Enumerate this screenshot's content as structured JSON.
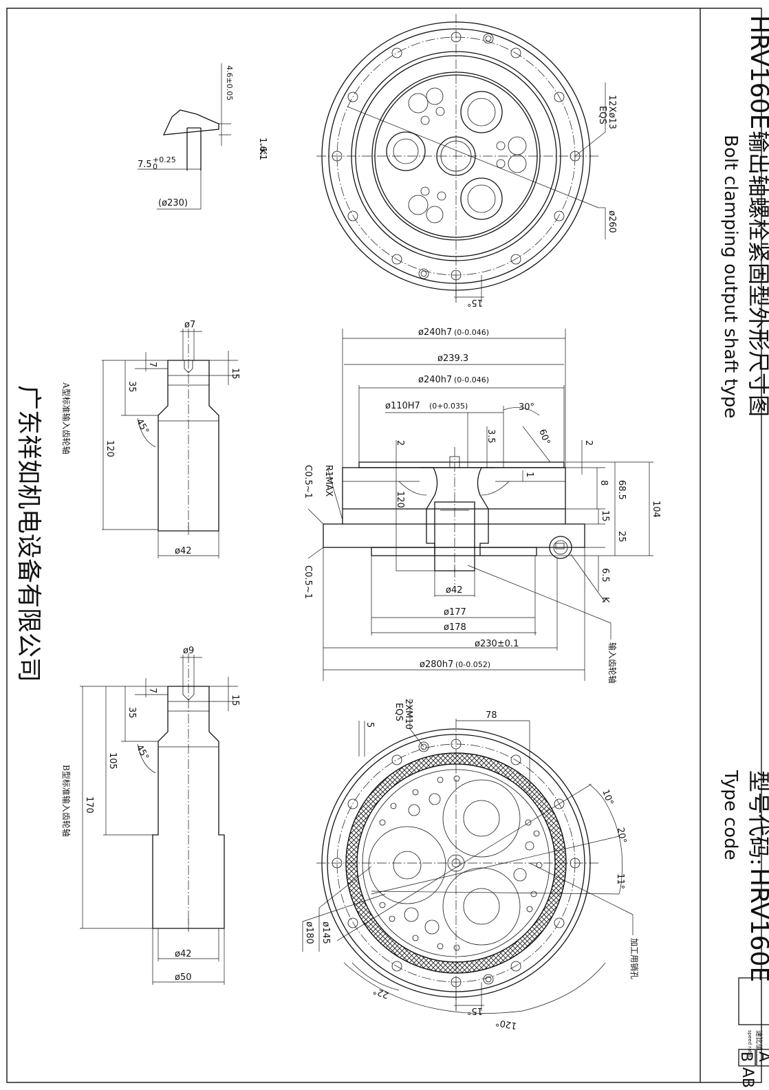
{
  "title_block": {
    "model": "HRV160E",
    "title_cn": "输出轴螺栓紧固型外形尺寸图",
    "title_en": "Bolt clamping output shaft type",
    "type_code_cn": "型号代码:",
    "type_code_en": "Type code",
    "type_code_value": "HRV160E",
    "speed_ratio_cn": "速比值",
    "speed_ratio_en": "speed ratio",
    "variant_a": "A",
    "variant_b": "B",
    "variant_ab": "AB",
    "company": "广东祥如机电设备有限公司"
  },
  "detail_k": {
    "label": "K",
    "scale": "1.6:1",
    "dim_depth": "4.6±0.05",
    "dim_width": "7.5",
    "dim_width_tol_upper": "+0.25",
    "dim_width_tol_lower": "0",
    "dim_dia": "(ø230)"
  },
  "shaft_a": {
    "caption": "A型标准输入齿轮轴",
    "d_hole": "ø7",
    "d_shaft": "ø42",
    "l_hole": "7",
    "l_step": "35",
    "l_flat": "15",
    "l_total": "120",
    "angle": "45°"
  },
  "shaft_b": {
    "caption": "B型标准输入齿轮轴",
    "d_hole": "ø9",
    "d_shaft": "ø42",
    "d_base": "ø50",
    "l_hole": "7",
    "l_step": "35",
    "l_flat": "15",
    "l_mid": "105",
    "l_total": "170",
    "angle": "45°"
  },
  "top_view": {
    "holes": "12Xø13",
    "eqs": "EQS",
    "pcd": "ø260",
    "angle": "15°"
  },
  "section": {
    "d_top_outer": "ø240h7",
    "d_top_outer_tol": "(0-0.046)",
    "d_top_mid": "ø239.3",
    "d_top_inner": "ø240h7",
    "d_top_inner_tol": "(0-0.046)",
    "d_bore": "ø110H7",
    "d_bore_tol": "(0+0.035)",
    "angle_30": "30°",
    "angle_60": "60°",
    "dim_2a": "2",
    "dim_35": "3.5",
    "dim_2b": "2",
    "dim_1": "1",
    "dim_8": "8",
    "dim_685": "68.5",
    "dim_104": "104",
    "dim_15": "15",
    "dim_25": "25",
    "dim_65": "6.5",
    "dim_120": "120",
    "r1max": "R1MAX",
    "chamfer_top": "C0.5~1",
    "chamfer_bot": "C0.5~1",
    "d_42": "ø42",
    "d_177": "ø177",
    "d_178": "ø178",
    "d_230": "ø230±0.1",
    "d_280": "ø280h7",
    "d_280_tol": "(0-0.052)",
    "label_k": "K",
    "input_gear_shaft": "输入齿轮轴"
  },
  "bottom_view": {
    "tapped": "2XM10",
    "eqs": "EQS",
    "dim_5": "5",
    "dim_78": "78",
    "angle_10": "10°",
    "angle_20": "20°",
    "angle_11": "11°",
    "angle_22": "22°",
    "angle_15": "15°",
    "angle_120": "120°",
    "d_180": "ø180",
    "d_145": "ø145",
    "pin_hole_note": "加工用销孔"
  }
}
